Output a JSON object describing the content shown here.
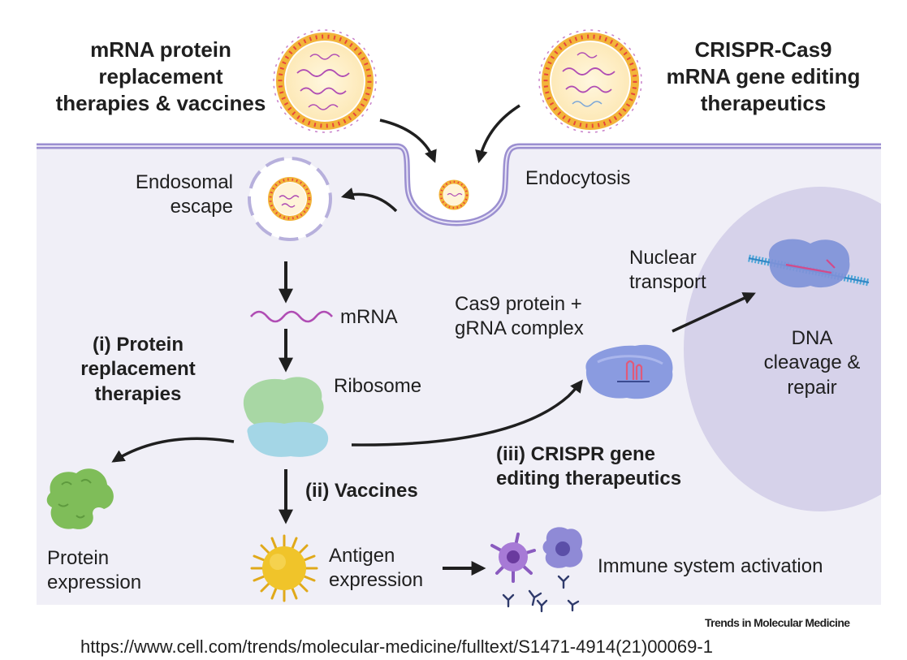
{
  "labels": {
    "mrna_protein_title": [
      "mRNA protein",
      "replacement",
      "therapies & vaccines"
    ],
    "crispr_title": [
      "CRISPR-Cas9",
      "mRNA gene editing",
      "therapeutics"
    ],
    "endocytosis": "Endocytosis",
    "endosomal_escape": [
      "Endosomal",
      "escape"
    ],
    "mrna": "mRNA",
    "ribosome": "Ribosome",
    "protein_replacement": [
      "(i) Protein",
      "replacement",
      "therapies"
    ],
    "vaccines": "(ii) Vaccines",
    "crispr_gene_editing": [
      "(iii) CRISPR gene",
      "editing therapeutics"
    ],
    "cas9_complex": [
      "Cas9 protein +",
      "gRNA complex"
    ],
    "nuclear_transport": [
      "Nuclear",
      "transport"
    ],
    "dna_cleavage": [
      "DNA",
      "cleavage &",
      "repair"
    ],
    "protein_expression": [
      "Protein",
      "expression"
    ],
    "antigen_expression": [
      "Antigen",
      "expression"
    ],
    "immune_activation": "Immune system activation"
  },
  "footer": {
    "journal": "Trends in Molecular Medicine",
    "url": "https://www.cell.com/trends/molecular-medicine/fulltext/S1471-4914(21)00069-1"
  },
  "colors": {
    "cytoplasm": "#f0eff7",
    "membrane": "#9b8fd0",
    "nucleus": "#d6d2ea",
    "arrow": "#1f1f1f",
    "lnp_shell": "#f2b43a",
    "lnp_head": "#e8463a",
    "mrna": "#b04db4",
    "ribosome_large": "#a8d7a4",
    "ribosome_small": "#a4d6e6",
    "protein": "#7fbd59",
    "antigen": "#f0c42a",
    "cas9": "#8a9be0",
    "immune_cell": "#8a5bbf"
  }
}
